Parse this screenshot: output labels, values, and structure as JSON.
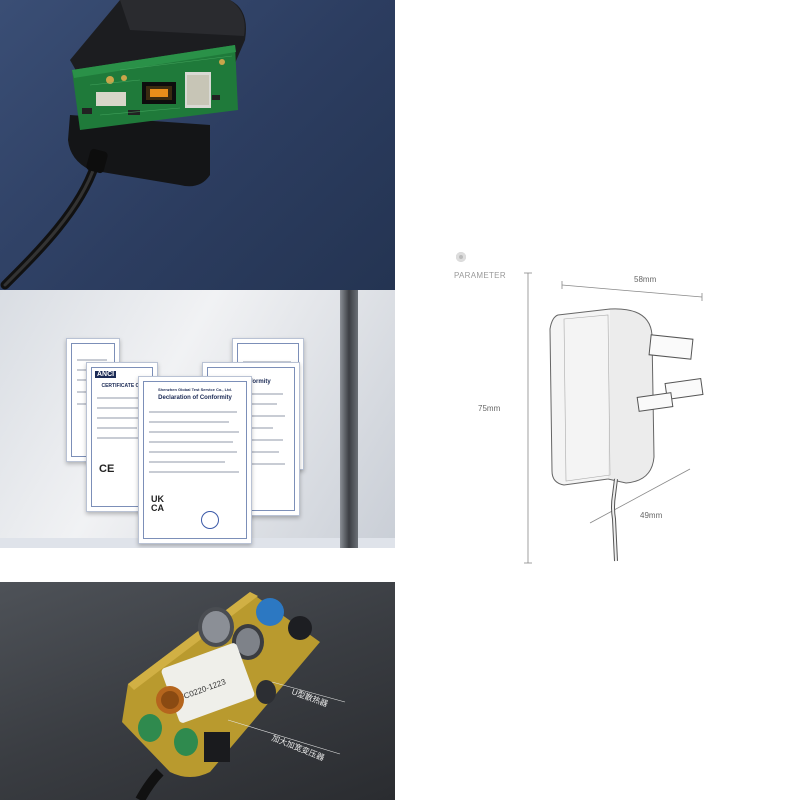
{
  "certificates": {
    "main_company": "Shenzhen Global Test Service Co., Ltd.",
    "main_title": "Declaration of Conformity",
    "left_title": "CERTIFICATE OF",
    "right_title": "of Conformity",
    "ukca_mark": "UKCA",
    "ce_mark": "CE"
  },
  "parameter": {
    "label": "PARAMETER",
    "width_dim": "58mm",
    "height_dim": "75mm",
    "depth_dim": "49mm"
  },
  "pcb": {
    "board_marking": "FC0220-1223",
    "callout_1": "U型散热器",
    "callout_2": "加大加宽变压器"
  },
  "colors": {
    "background_blue": "#2f4266",
    "pcb_green": "#1f7a3a",
    "dark_gray": "#3a3d42"
  }
}
